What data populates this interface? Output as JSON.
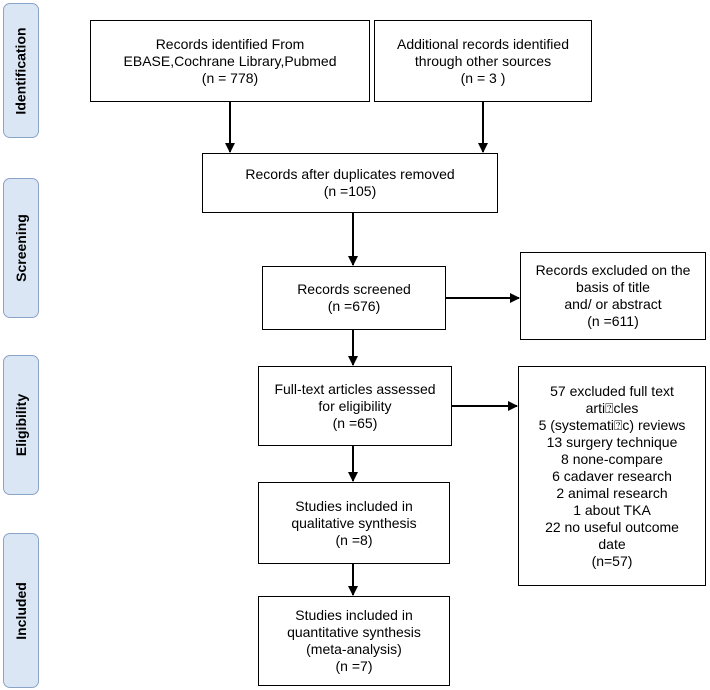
{
  "stages": {
    "identification": "Identification",
    "screening": "Screening",
    "eligibility": "Eligibility",
    "included": "Included"
  },
  "boxes": {
    "identified_db": [
      "Records identified From",
      "EBASE,Cochrane Library,Pubmed",
      "(n = 778)"
    ],
    "identified_other": [
      "Additional records identified",
      "through other sources",
      "(n = 3 )"
    ],
    "after_duplicates": [
      "Records after duplicates removed",
      "(n =105)"
    ],
    "screened": [
      "Records screened",
      "(n =676)"
    ],
    "excluded_title": [
      "Records excluded on the",
      "basis of title",
      "and/ or abstract",
      "(n =611)"
    ],
    "fulltext_assessed": [
      "Full-text articles assessed",
      "for eligibility",
      "(n =65)"
    ],
    "excluded_fulltext": [
      "57 excluded full text",
      "arti⍰cles",
      "5 (systemati⍰c) reviews",
      "13 surgery technique",
      "8 none-compare",
      "6 cadaver research",
      "2 animal research",
      "1 about TKA",
      "22 no useful outcome",
      "date",
      "(n=57)"
    ],
    "qualitative": [
      "Studies included in",
      "qualitative synthesis",
      "(n =8)"
    ],
    "quantitative": [
      "Studies included in",
      "quantitative synthesis",
      "(meta-analysis)",
      "(n =7)"
    ]
  },
  "colors": {
    "stage_fill": "#dbe6f4",
    "stage_border": "#8aa4c8",
    "box_border": "#000000",
    "arrow": "#000000"
  }
}
